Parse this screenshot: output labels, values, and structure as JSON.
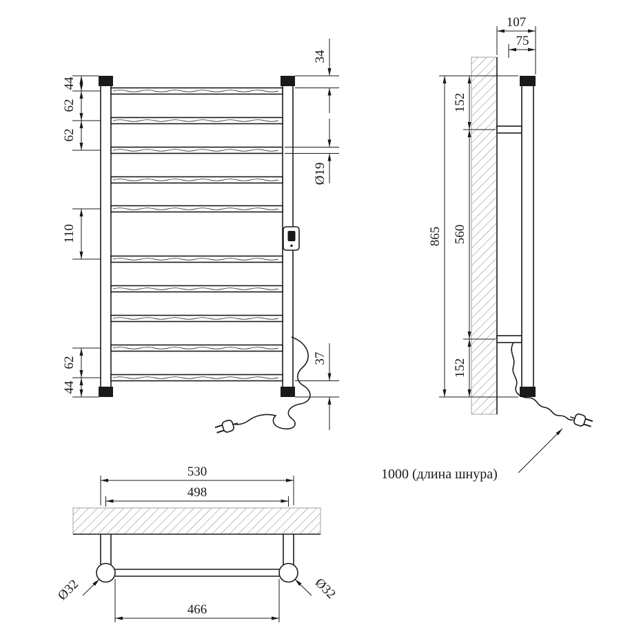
{
  "drawing_type": "towel-rail technical drawing",
  "colors": {
    "line": "#1a1a1a",
    "background": "#ffffff"
  },
  "front": {
    "dim_top": "34",
    "dim_cap_top": "44",
    "dim_gap1": "62",
    "dim_gap2": "62",
    "dim_middle": "110",
    "dim_gap3": "62",
    "dim_cap_bottom": "44",
    "dim_rung_dia": "Ø19",
    "dim_bottom": "37"
  },
  "side": {
    "dim_depth": "107",
    "dim_bracket_depth": "75",
    "dim_height": "865",
    "dim_top_offset": "152",
    "dim_span": "560",
    "dim_bottom_offset": "152",
    "cord_label": "1000 (длина шнура)"
  },
  "top": {
    "dim_width": "530",
    "dim_centers": "498",
    "dim_bar": "466",
    "dim_post_dia_left": "Ø32",
    "dim_post_dia_right": "Ø32"
  }
}
